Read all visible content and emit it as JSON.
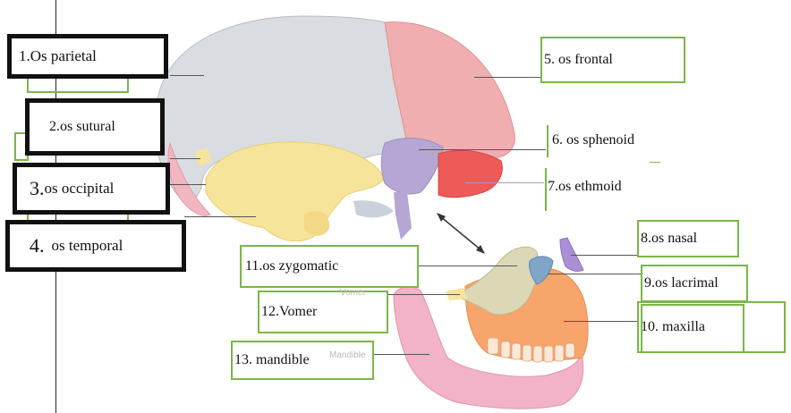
{
  "labels": {
    "parietal": "1.Os parietal",
    "sutural": "2.os sutural",
    "occipital_num": "3.",
    "occipital_text": "os occipital",
    "temporal_num": "4.",
    "temporal_text": "os temporal",
    "frontal": "5. os frontal",
    "sphenoid": "6. os sphenoid",
    "ethmoid": "7.os ethmoid",
    "nasal": "8.os nasal",
    "lacrimal": "9.os lacrimal",
    "maxilla": "10. maxilla",
    "zygomatic": "11.os zygomatic",
    "vomer": "12.Vomer",
    "mandible": "13. mandible"
  },
  "figure_labels": {
    "vomer": "Vomer",
    "mandible": "Mandible"
  },
  "colors": {
    "parietal": "#d9dde2",
    "frontal": "#f0aeb0",
    "temporal": "#f6e49a",
    "sphenoid": "#b6a6d3",
    "ethmoid": "#ee5a58",
    "occipital": "#f2b6c0",
    "sutural": "#f6e49a",
    "nasal": "#a98fd6",
    "lacrimal": "#7fa6c9",
    "maxilla": "#f7a56a",
    "zygomatic": "#dcd8b6",
    "mandible": "#f2b2c8",
    "box_black": "#111111",
    "box_green": "#7ab648"
  }
}
